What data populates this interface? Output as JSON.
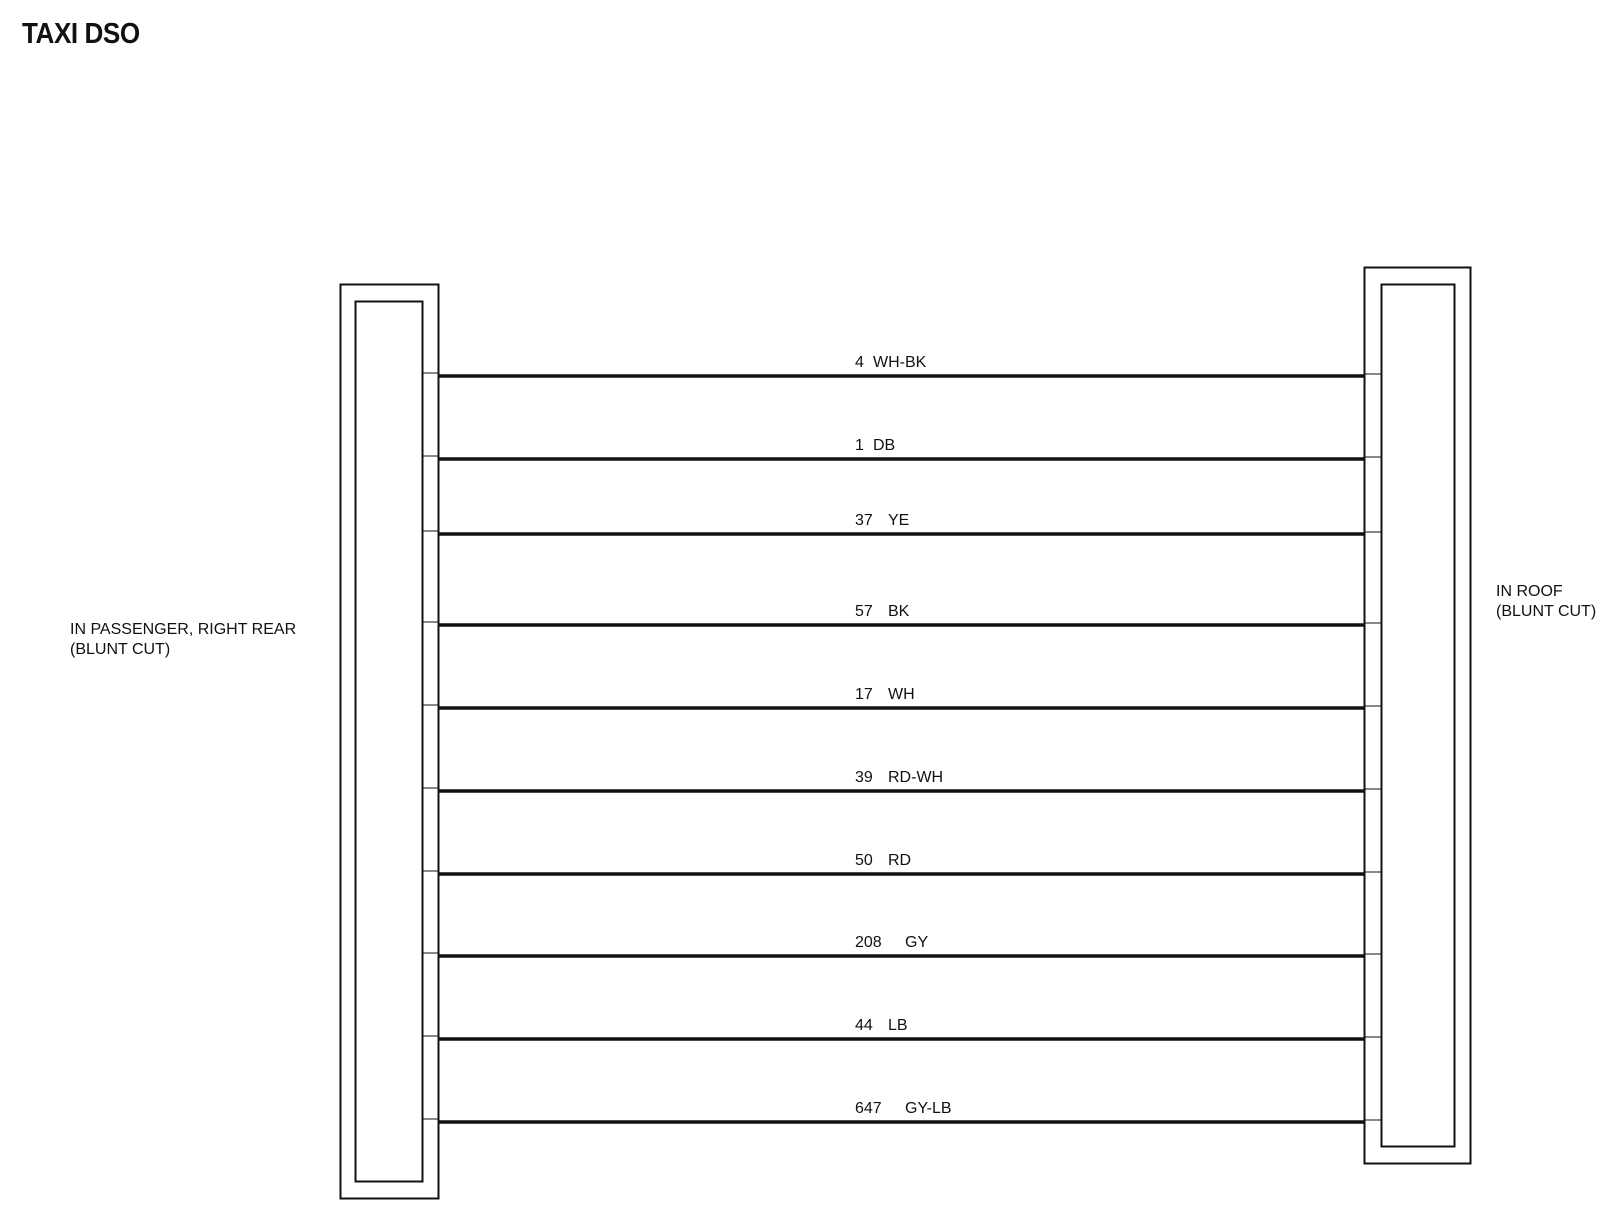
{
  "title": "TAXI DSO",
  "left_connector": {
    "label_lines": [
      "IN PASSENGER, RIGHT REAR",
      "(BLUNT CUT)"
    ]
  },
  "right_connector": {
    "label_lines": [
      "IN ROOF",
      "(BLUNT CUT)"
    ]
  },
  "wires": [
    {
      "circuit": "4",
      "color": "WH-BK"
    },
    {
      "circuit": "1",
      "color": "DB"
    },
    {
      "circuit": "37",
      "color": "YE"
    },
    {
      "circuit": "57",
      "color": "BK"
    },
    {
      "circuit": "17",
      "color": "WH"
    },
    {
      "circuit": "39",
      "color": "RD-WH"
    },
    {
      "circuit": "50",
      "color": "RD"
    },
    {
      "circuit": "208",
      "color": "GY"
    },
    {
      "circuit": "44",
      "color": "LB"
    },
    {
      "circuit": "647",
      "color": "GY-LB"
    }
  ]
}
